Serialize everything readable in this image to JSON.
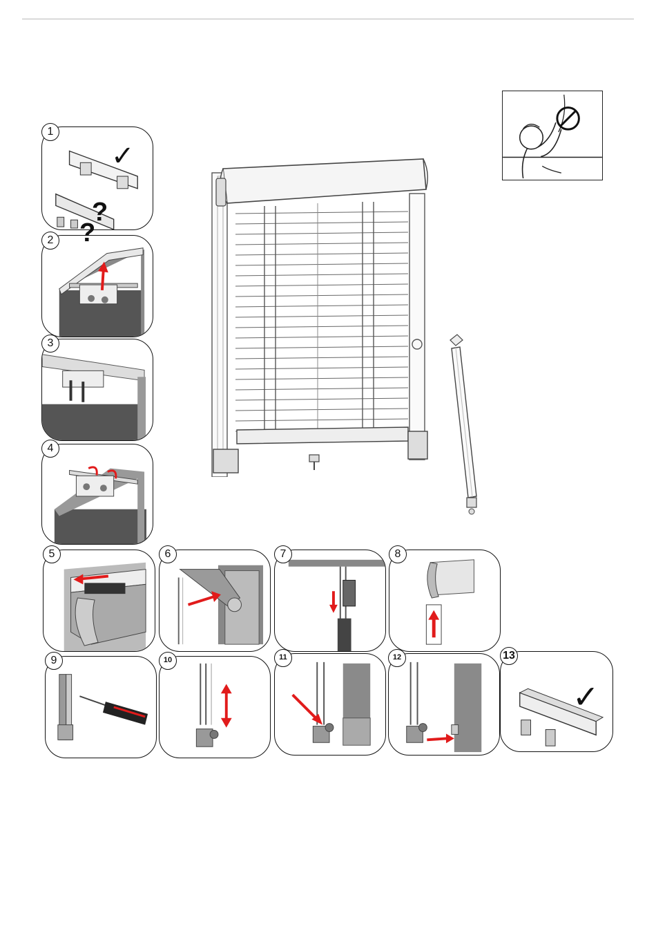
{
  "steps": [
    {
      "label": "1"
    },
    {
      "label": "2"
    },
    {
      "label": "3"
    },
    {
      "label": "4"
    },
    {
      "label": "5"
    },
    {
      "label": "6"
    },
    {
      "label": "7"
    },
    {
      "label": "8"
    },
    {
      "label": "9"
    },
    {
      "label": "10"
    },
    {
      "label": "11"
    },
    {
      "label": "12"
    },
    {
      "label": "13"
    }
  ],
  "symbols": {
    "question_mark": "?",
    "check_mark": "✓"
  },
  "colors": {
    "arrow_red": "#e11b1b",
    "frame_gray": "#555555",
    "panel_border": "#111111"
  }
}
